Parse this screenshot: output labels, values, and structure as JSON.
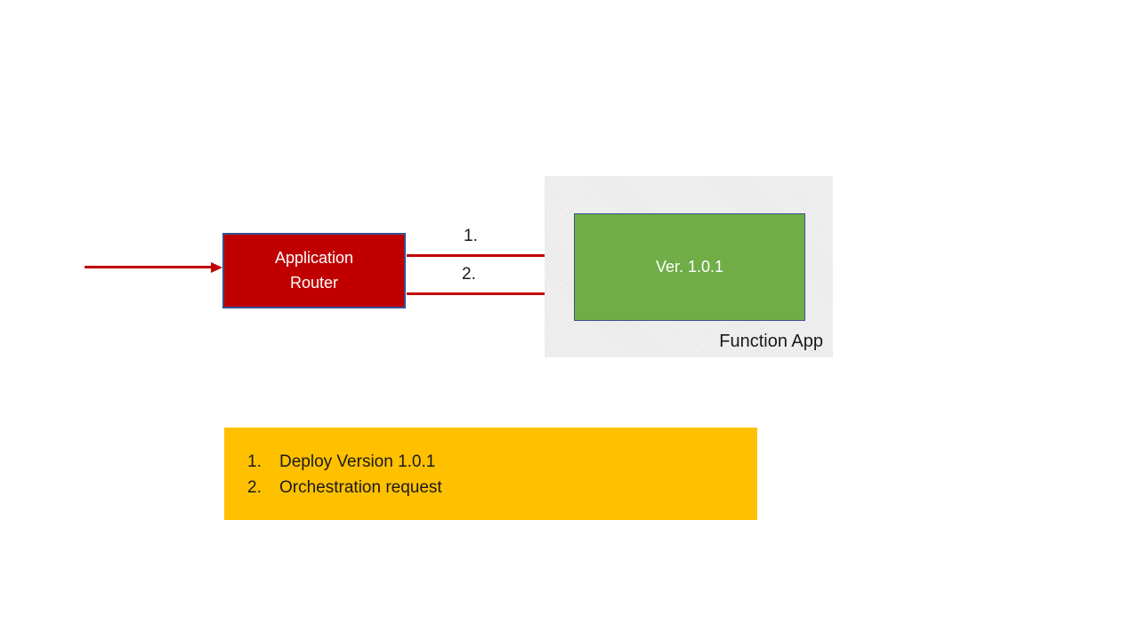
{
  "colors": {
    "arrow-red": "#C00000",
    "box-red": "#C00000",
    "border-blue": "#35518F",
    "green": "#70AD47",
    "yellow": "#FFC000",
    "gray": "#EBEBEB",
    "text-dark": "#1a1a1a",
    "text-light": "#FFFFFF"
  },
  "diagram": {
    "application_router": {
      "label": "Application Router"
    },
    "function_app": {
      "label": "Function App",
      "version_box_label": "Ver. 1.0.1"
    },
    "arrows": [
      {
        "label": "1."
      },
      {
        "label": "2."
      }
    ],
    "legend": {
      "items": [
        {
          "number": "1.",
          "text": "Deploy Version 1.0.1"
        },
        {
          "number": "2.",
          "text": "Orchestration request"
        }
      ]
    }
  }
}
